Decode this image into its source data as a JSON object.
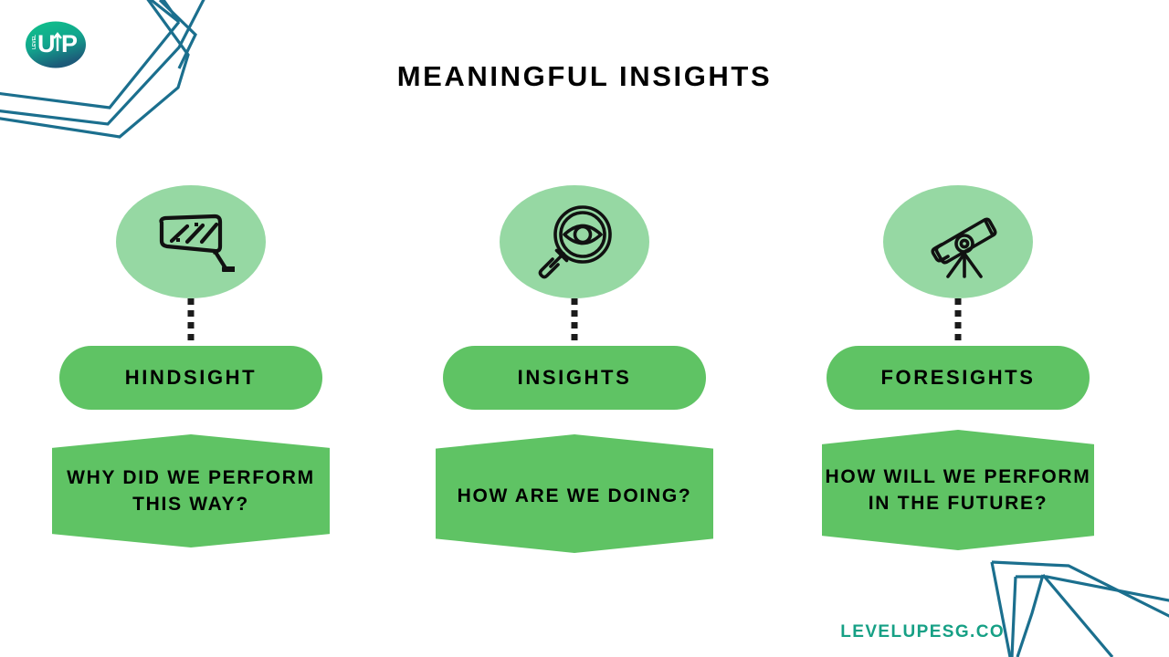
{
  "slide": {
    "title": "MEANINGFUL INSIGHTS",
    "background_color": "#ffffff"
  },
  "brand": {
    "logo_text": "UP",
    "logo_small_text": "LEVEL",
    "logo_gradient_start": "#0ec48a",
    "logo_gradient_end": "#1c5b79",
    "footer_url": "LEVELUPESG.CO",
    "footer_url_color": "#16a085",
    "decoration_line_color": "#1b6f8e"
  },
  "theme": {
    "ellipse_green": "#96d8a3",
    "shape_green": "#5fc364",
    "text_black": "#000000",
    "dot_color": "#1b1b1b"
  },
  "columns": [
    {
      "icon_name": "rear-view-mirror-icon",
      "pill_label": "HINDSIGHT",
      "question": "WHY DID WE PERFORM THIS WAY?"
    },
    {
      "icon_name": "magnifier-eye-icon",
      "pill_label": "INSIGHTS",
      "question": "HOW ARE WE DOING?"
    },
    {
      "icon_name": "telescope-icon",
      "pill_label": "FORESIGHTS",
      "question": "HOW WILL WE PERFORM IN THE FUTURE?"
    }
  ]
}
